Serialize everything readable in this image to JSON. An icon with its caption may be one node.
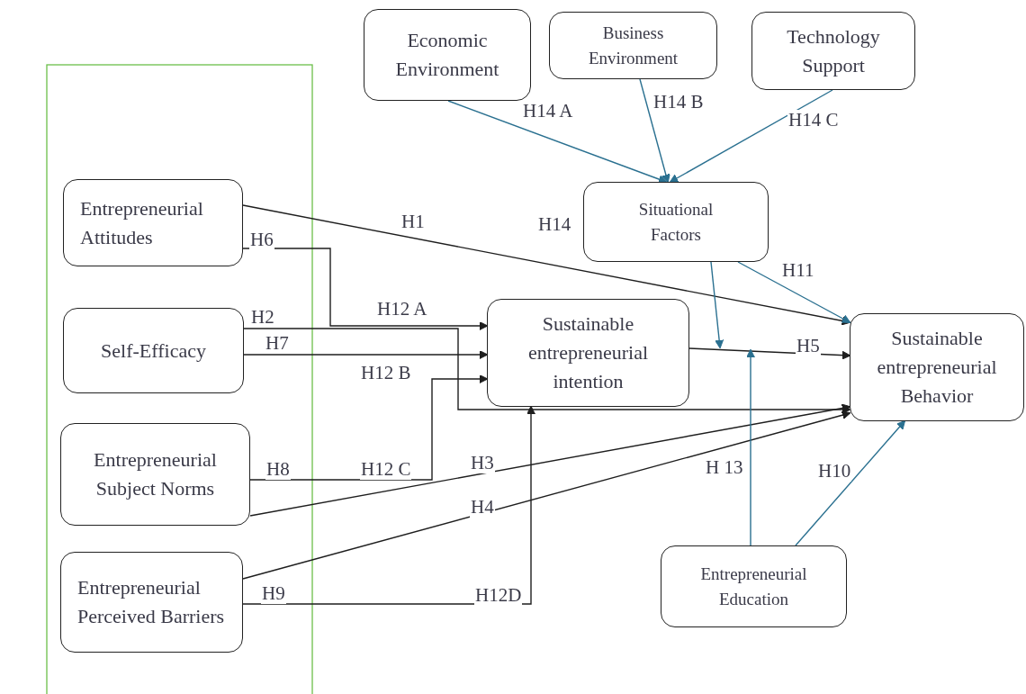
{
  "diagram": {
    "nodes": [
      {
        "text": [
          "Economic Environment"
        ]
      },
      {
        "text": [
          "Business Environment"
        ]
      },
      {
        "text": [
          "Technology Support"
        ]
      },
      {
        "text": [
          "Situational Factors"
        ],
        "beside": [
          "H14"
        ]
      },
      {
        "text": [
          "Entrepreneurial Attitudes"
        ]
      },
      {
        "text": [
          "Self-Efficacy"
        ]
      },
      {
        "text": [
          "Sustainable entrepreneurial intention"
        ]
      },
      {
        "text": [
          "Sustainable entrepreneurial Behavior"
        ]
      },
      {
        "text": [
          "Entrepreneurial Subject Norms"
        ]
      },
      {
        "text": [
          "Entrepreneurial Perceived Barriers"
        ]
      },
      {
        "text": [
          "Entrepreneurial Education"
        ]
      }
    ],
    "edges": [
      {
        "from": 0,
        "to": 3,
        "arrow": "to",
        "label": "H14 A",
        "color": "#2a7090"
      },
      {
        "from": 1,
        "to": 3,
        "arrow": "to",
        "label": "H14 B",
        "color": "#2a7090"
      },
      {
        "from": 2,
        "to": 3,
        "arrow": "to",
        "label": "H14 C",
        "color": "#2a7090"
      },
      {
        "from": 4,
        "to": 7,
        "arrow": "to",
        "label": "H1"
      },
      {
        "from": 4,
        "to": 6,
        "arrow": "to",
        "label": "H6"
      },
      {
        "from": 5,
        "to": 7,
        "arrow": "to",
        "label": "H2"
      },
      {
        "from": 5,
        "to": 6,
        "arrow": "to",
        "label": "H7"
      },
      {
        "from": 8,
        "to": 6,
        "arrow": "to",
        "label": "H8"
      },
      {
        "from": 8,
        "to": 7,
        "arrow": "to",
        "label": "H3"
      },
      {
        "from": 9,
        "to": 7,
        "arrow": "to",
        "label": "H4"
      },
      {
        "from": 9,
        "to": 6,
        "arrow": "to",
        "label": "H9"
      },
      {
        "from": 6,
        "to": 7,
        "arrow": "to",
        "label": "H5"
      },
      {
        "from": 3,
        "to": 7,
        "arrow": "to",
        "label": "H11",
        "color": "#2a7090"
      },
      {
        "from": 3,
        "to": null,
        "arrow": "to",
        "color": "#2a7090"
      },
      {
        "from": 10,
        "to": null,
        "arrow": "to",
        "label": "H 13",
        "color": "#2a7090"
      },
      {
        "from": 10,
        "to": 7,
        "arrow": "to",
        "label": "H10",
        "color": "#2a7090"
      }
    ],
    "labels": [
      "H12 A",
      "H12 B",
      "H12 C",
      "H12D"
    ]
  }
}
